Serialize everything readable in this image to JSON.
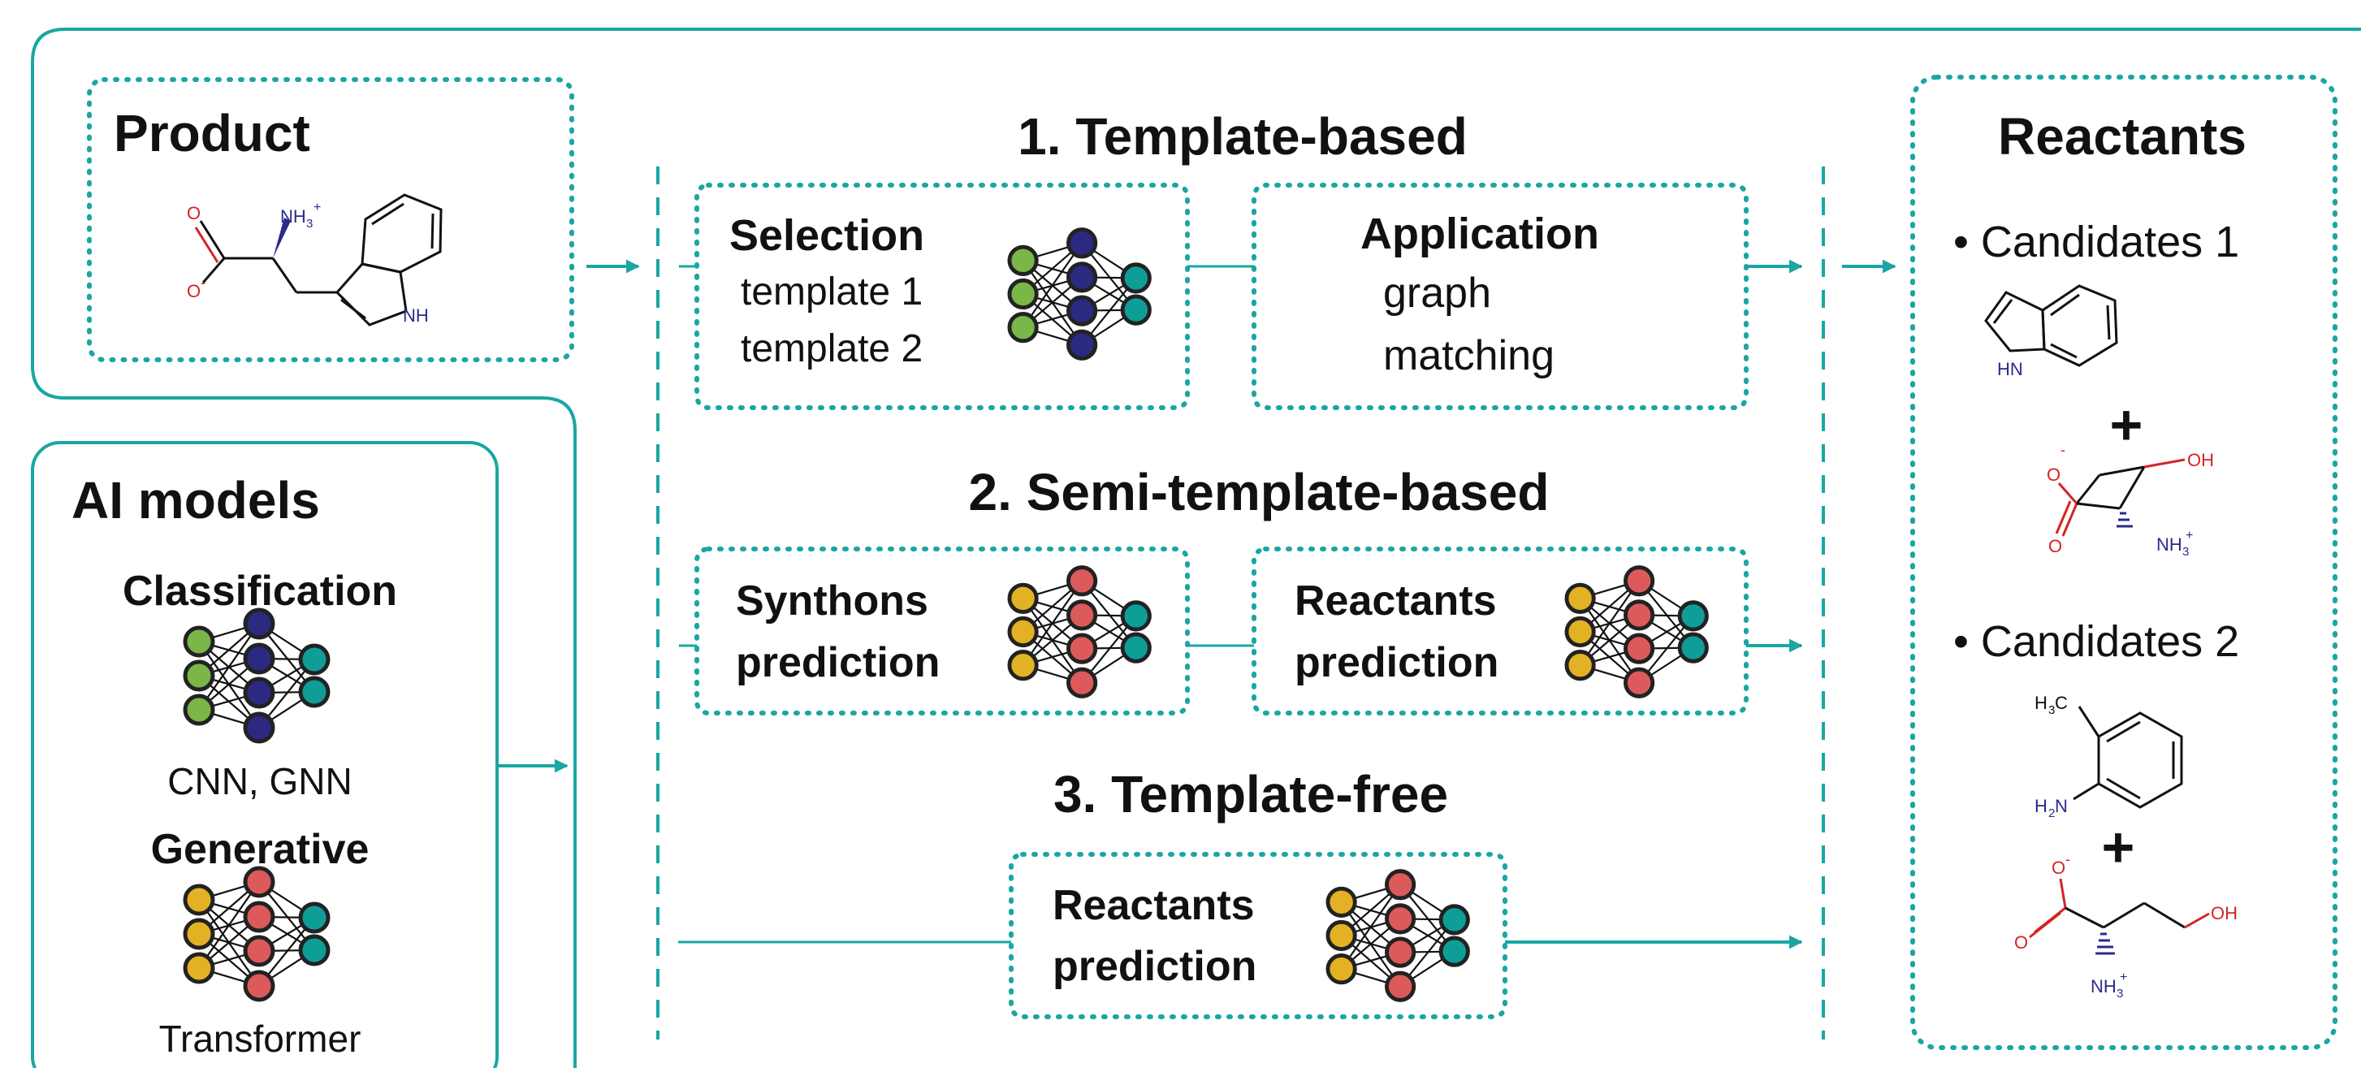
{
  "colors": {
    "teal": "#1aa6a3",
    "ring": "#222222",
    "node_green": "#7ab648",
    "node_navy": "#2b2980",
    "node_teal": "#0f9d98",
    "node_yellow": "#e2b224",
    "node_red": "#dc5a5a",
    "mol_red": "#d42424",
    "mol_blue": "#2b2b8c"
  },
  "product": {
    "title": "Product"
  },
  "ai_models": {
    "title": "AI models",
    "classification_label": "Classification",
    "classification_caption": "CNN, GNN",
    "generative_label": "Generative",
    "generative_caption": "Transformer"
  },
  "methods": {
    "template_based": {
      "title": "1. Template-based",
      "selection_title": "Selection",
      "selection_line1": "template 1",
      "selection_line2": "template 2",
      "application_title": "Application",
      "application_line1": "graph",
      "application_line2": "matching"
    },
    "semi_template": {
      "title": "2. Semi-template-based",
      "synthons_line1": "Synthons",
      "synthons_line2": "prediction",
      "reactants_line1": "Reactants",
      "reactants_line2": "prediction"
    },
    "template_free": {
      "title": "3. Template-free",
      "reactants_line1": "Reactants",
      "reactants_line2": "prediction"
    }
  },
  "reactants": {
    "title": "Reactants",
    "candidates1": "• Candidates 1",
    "candidates2": "• Candidates 2",
    "plus": "+"
  },
  "atoms": {
    "o": "O",
    "o_minus": "O",
    "oh": "OH",
    "hn": "HN",
    "nh": "NH",
    "nh3": "NH",
    "h3c": "H",
    "h2n": "H",
    "charge_plus": "+",
    "charge_minus": "-",
    "sub3": "3",
    "sub2": "2",
    "n_letter": "N",
    "c_letter": "C"
  }
}
